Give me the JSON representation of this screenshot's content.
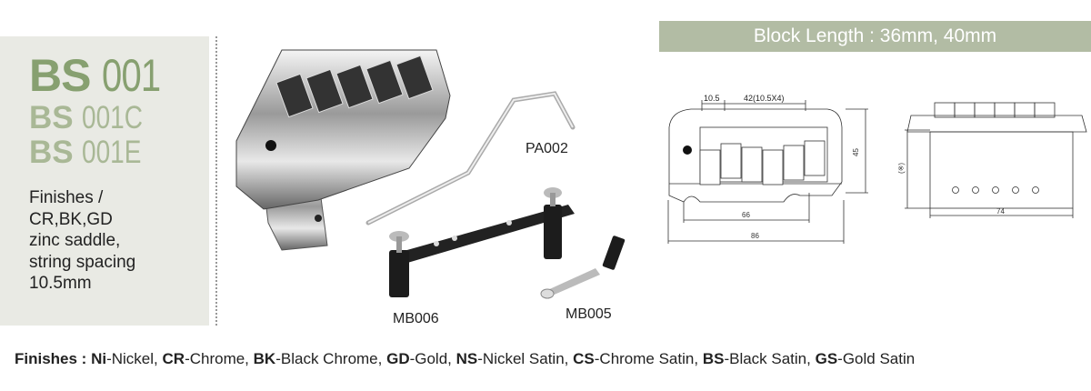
{
  "models": {
    "primary": {
      "prefix": "BS",
      "number": "001"
    },
    "variants": [
      {
        "prefix": "BS",
        "number": "001C"
      },
      {
        "prefix": "BS",
        "number": "001E"
      }
    ]
  },
  "description": [
    "Finishes /",
    "CR,BK,GD",
    "zinc saddle,",
    "string spacing",
    "10.5mm"
  ],
  "banner": "Block Length : 36mm, 40mm",
  "parts": {
    "arm": "PA002",
    "block_left": "MB006",
    "block_right": "MB005"
  },
  "drawing": {
    "spacing": "10.5",
    "total_spacing": "42(10.5X4)",
    "height": "45",
    "inner_width": "66",
    "outer_width": "86",
    "block_height": "(※)",
    "block_width": "74"
  },
  "finishes": {
    "label": "Finishes :",
    "items": [
      {
        "code": "Ni",
        "name": "-Nickel,"
      },
      {
        "code": "CR",
        "name": "-Chrome,"
      },
      {
        "code": "BK",
        "name": "-Black Chrome,"
      },
      {
        "code": "GD",
        "name": "-Gold,"
      },
      {
        "code": "NS",
        "name": "-Nickel Satin,"
      },
      {
        "code": "CS",
        "name": "-Chrome Satin,"
      },
      {
        "code": "BS",
        "name": "-Black Satin,"
      },
      {
        "code": "GS",
        "name": "-Gold Satin"
      }
    ]
  },
  "colors": {
    "panel": "#e9eae4",
    "banner": "#b2bca4",
    "primary_model": "#87a070",
    "variant_model": "#a9b896"
  }
}
